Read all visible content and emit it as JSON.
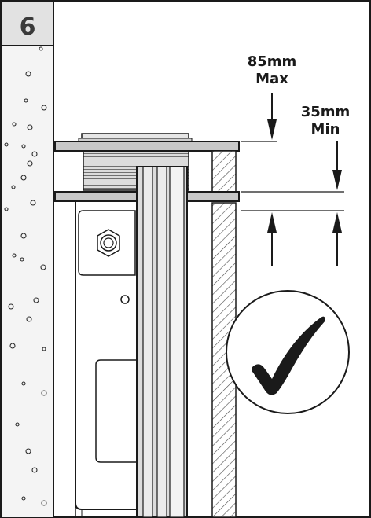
{
  "step_number": "6",
  "labels": {
    "max_value": "85mm",
    "max_word": "Max",
    "min_value": "35mm",
    "min_word": "Min"
  },
  "icons": {
    "status": "checkmark-icon"
  },
  "colors": {
    "line": "#1a1a1a",
    "wall": "#f2f2f2",
    "panel_gray": "#c8c8c8",
    "step_box": "#e2e2e2",
    "body": "#ffffff"
  }
}
